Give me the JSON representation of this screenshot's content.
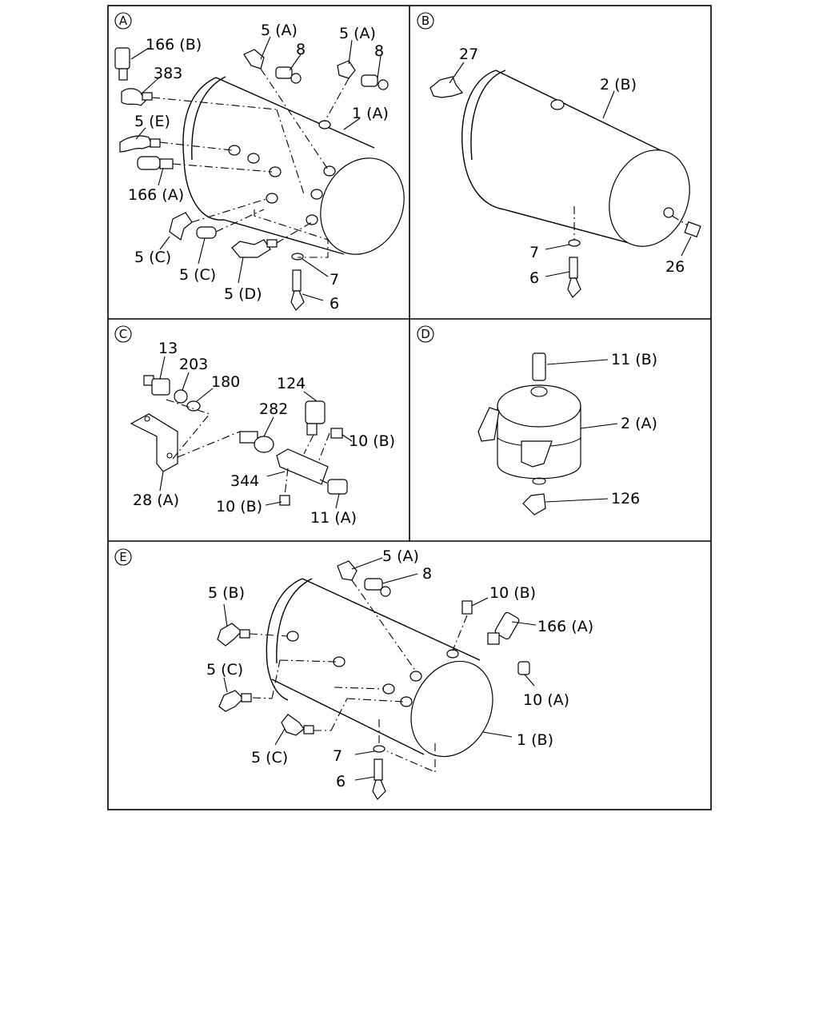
{
  "panels": [
    {
      "letter": "A",
      "labels": [
        "166 (B)",
        "383",
        "5 (A)",
        "8",
        "5 (A)",
        "8",
        "1 (A)",
        "5 (E)",
        "166 (A)",
        "5 (C)",
        "5 (C)",
        "5 (D)",
        "7",
        "6"
      ]
    },
    {
      "letter": "B",
      "labels": [
        "27",
        "2 (B)",
        "7",
        "6",
        "26"
      ]
    },
    {
      "letter": "C",
      "labels": [
        "13",
        "203",
        "180",
        "124",
        "282",
        "10 (B)",
        "344",
        "10 (B)",
        "11 (A)",
        "28 (A)"
      ]
    },
    {
      "letter": "D",
      "labels": [
        "11 (B)",
        "2 (A)",
        "126"
      ]
    },
    {
      "letter": "E",
      "labels": [
        "5 (A)",
        "8",
        "5 (B)",
        "10 (B)",
        "166 (A)",
        "5 (C)",
        "10 (A)",
        "1 (B)",
        "5 (C)",
        "7",
        "6"
      ]
    }
  ]
}
